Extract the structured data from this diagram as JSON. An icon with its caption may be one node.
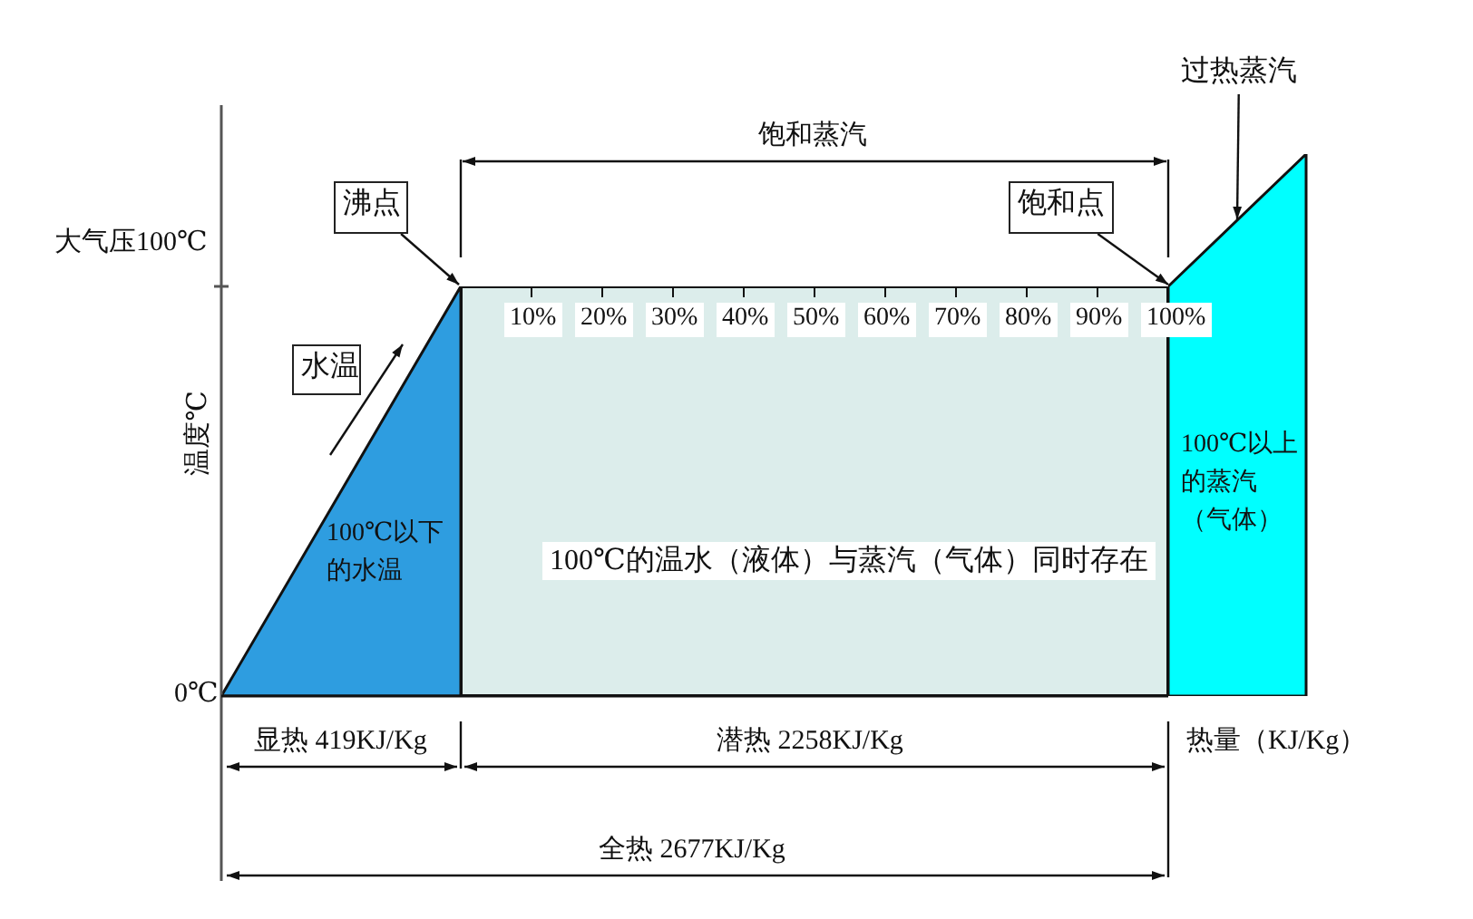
{
  "diagram": {
    "nodes": [
      {
        "text": [
          "沸点"
        ]
      },
      {
        "text": [
          "饱和点"
        ]
      },
      {
        "text": [
          "过热蒸汽"
        ]
      },
      {
        "text": [
          "水温"
        ]
      },
      {
        "text": [
          "100℃以下的水温"
        ]
      },
      {
        "text": [
          "100℃的温水（液体）与蒸汽（气体）同时存在"
        ]
      },
      {
        "text": [
          "100℃以上的蒸汽（气体）"
        ]
      }
    ],
    "edges": [
      {
        "from": 0,
        "to": 4,
        "arrow": "to"
      },
      {
        "from": 1,
        "to": 6,
        "arrow": "to"
      },
      {
        "from": 2,
        "to": 6,
        "arrow": "to"
      }
    ],
    "labels": [
      "饱和蒸汽",
      "大气压100℃",
      "10%",
      "20%",
      "30%",
      "40%",
      "50%",
      "60%",
      "70%",
      "80%",
      "90%",
      "100%",
      "温度℃",
      "0℃",
      "显热 419KJ/Kg",
      "潜热 2258KJ/Kg",
      "热量（KJ/Kg）",
      "全热 2677KJ/Kg"
    ]
  }
}
